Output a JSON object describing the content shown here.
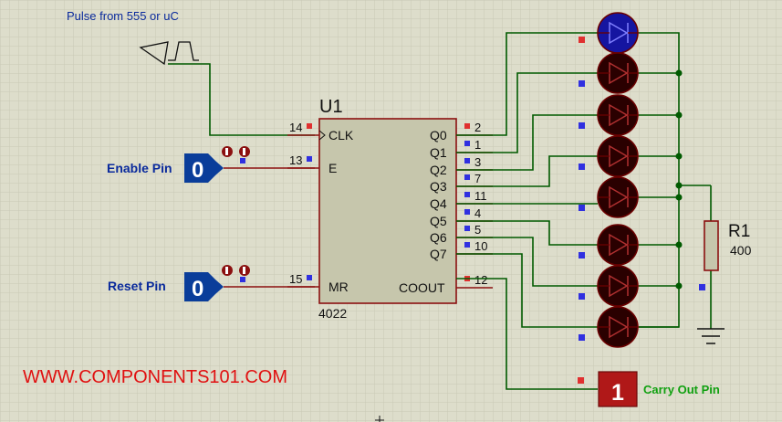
{
  "pulse_label": "Pulse from 555 or uC",
  "component": {
    "ref": "U1",
    "part": "4022",
    "left_pins": [
      {
        "num": "14",
        "name": "CLK"
      },
      {
        "num": "13",
        "name": "E"
      },
      {
        "num": "15",
        "name": "MR"
      }
    ],
    "right_pins": [
      {
        "name": "Q0",
        "num": "2"
      },
      {
        "name": "Q1",
        "num": "1"
      },
      {
        "name": "Q2",
        "num": "3"
      },
      {
        "name": "Q3",
        "num": "7"
      },
      {
        "name": "Q4",
        "num": "11"
      },
      {
        "name": "Q5",
        "num": "4"
      },
      {
        "name": "Q6",
        "num": "5"
      },
      {
        "name": "Q7",
        "num": "10"
      },
      {
        "name": "COOUT",
        "num": "12"
      }
    ]
  },
  "inputs": {
    "enable": {
      "label": "Enable Pin",
      "value": "0"
    },
    "reset": {
      "label": "Reset Pin",
      "value": "0"
    }
  },
  "resistor": {
    "ref": "R1",
    "value": "400"
  },
  "carry": {
    "label": "Carry Out Pin",
    "value": "1"
  },
  "leds": [
    "on",
    "off",
    "off",
    "off",
    "off",
    "off",
    "off",
    "off"
  ],
  "watermark": "WWW.COMPONENTS101.COM",
  "colors": {
    "background": "#ddddcb",
    "grid": "#c7c7b3",
    "wire": "#005a00",
    "chip_fill": "#c6c6ac",
    "chip_border": "#8b1010",
    "logic_probe": "#0a3d9a",
    "carry_probe": "#b01818",
    "led_off": "#2a0000",
    "led_on": "#1515a0",
    "pin_red": "#e03030",
    "pin_blue": "#3030e0",
    "label_blue": "#0a2a9c",
    "watermark": "#e01010",
    "carry_label": "#10a010"
  }
}
